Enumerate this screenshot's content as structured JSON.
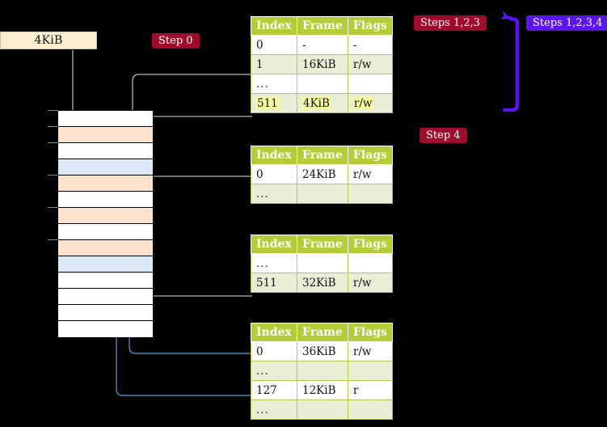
{
  "meta": {
    "title": "Multi-level page table walk diagram",
    "background": "#000000"
  },
  "colors": {
    "table_header": "#b3cc38",
    "table_alt_row": "#e9efd4",
    "highlight": "#fafa9e",
    "badge_red": "#9e0b2b",
    "badge_blue": "#5b14ee",
    "mem_peach": "#fde3cd",
    "mem_blue": "#dce9f9",
    "size_box": "#fcefd0",
    "wire_gray": "#b5b5b5",
    "wire_blue": "#5b82b8"
  },
  "size_label": {
    "text": "4KiB"
  },
  "badges": [
    {
      "id": "step0",
      "label": "Step 0",
      "style": "red"
    },
    {
      "id": "step4",
      "label": "Step 4",
      "style": "red"
    },
    {
      "id": "steps123",
      "label": "Steps 1,2,3",
      "style": "red"
    },
    {
      "id": "steps1234",
      "label": "Steps 1,2,3,4",
      "style": "blue"
    }
  ],
  "memory": {
    "name": "physical-memory-column",
    "rows": [
      {
        "index": 0,
        "fill": "white"
      },
      {
        "index": 1,
        "fill": "peach"
      },
      {
        "index": 2,
        "fill": "white"
      },
      {
        "index": 3,
        "fill": "blue"
      },
      {
        "index": 4,
        "fill": "peach"
      },
      {
        "index": 5,
        "fill": "white"
      },
      {
        "index": 6,
        "fill": "peach"
      },
      {
        "index": 7,
        "fill": "white"
      },
      {
        "index": 8,
        "fill": "peach"
      },
      {
        "index": 9,
        "fill": "blue"
      },
      {
        "index": 10,
        "fill": "white"
      },
      {
        "index": 11,
        "fill": "white"
      },
      {
        "index": 12,
        "fill": "white"
      },
      {
        "index": 13,
        "fill": "white"
      }
    ],
    "ticks": [
      136,
      156,
      176,
      216,
      256,
      296
    ]
  },
  "tables": [
    {
      "id": "table-0",
      "headers": [
        "Index",
        "Frame",
        "Flags"
      ],
      "rows": [
        {
          "cells": [
            "0",
            "-",
            "-"
          ],
          "alt": false,
          "highlight": false
        },
        {
          "cells": [
            "1",
            "16KiB",
            "r/w"
          ],
          "alt": true,
          "highlight": false
        },
        {
          "cells": [
            "...",
            "",
            ""
          ],
          "alt": false,
          "highlight": false,
          "ellipsis": true
        },
        {
          "cells": [
            "511",
            "4KiB",
            "r/w"
          ],
          "alt": true,
          "highlight": true
        }
      ]
    },
    {
      "id": "table-1",
      "headers": [
        "Index",
        "Frame",
        "Flags"
      ],
      "rows": [
        {
          "cells": [
            "0",
            "24KiB",
            "r/w"
          ],
          "alt": false,
          "highlight": false
        },
        {
          "cells": [
            "...",
            "",
            ""
          ],
          "alt": true,
          "highlight": false,
          "ellipsis": true
        }
      ]
    },
    {
      "id": "table-2",
      "headers": [
        "Index",
        "Frame",
        "Flags"
      ],
      "rows": [
        {
          "cells": [
            "...",
            "",
            ""
          ],
          "alt": false,
          "highlight": false,
          "ellipsis": true
        },
        {
          "cells": [
            "511",
            "32KiB",
            "r/w"
          ],
          "alt": true,
          "highlight": false
        }
      ]
    },
    {
      "id": "table-3",
      "headers": [
        "Index",
        "Frame",
        "Flags"
      ],
      "rows": [
        {
          "cells": [
            "0",
            "36KiB",
            "r/w"
          ],
          "alt": false,
          "highlight": false
        },
        {
          "cells": [
            "...",
            "",
            ""
          ],
          "alt": true,
          "highlight": false,
          "ellipsis": true
        },
        {
          "cells": [
            "127",
            "12KiB",
            "r"
          ],
          "alt": false,
          "highlight": false
        },
        {
          "cells": [
            "...",
            "",
            ""
          ],
          "alt": true,
          "highlight": false,
          "ellipsis": true
        }
      ]
    }
  ]
}
